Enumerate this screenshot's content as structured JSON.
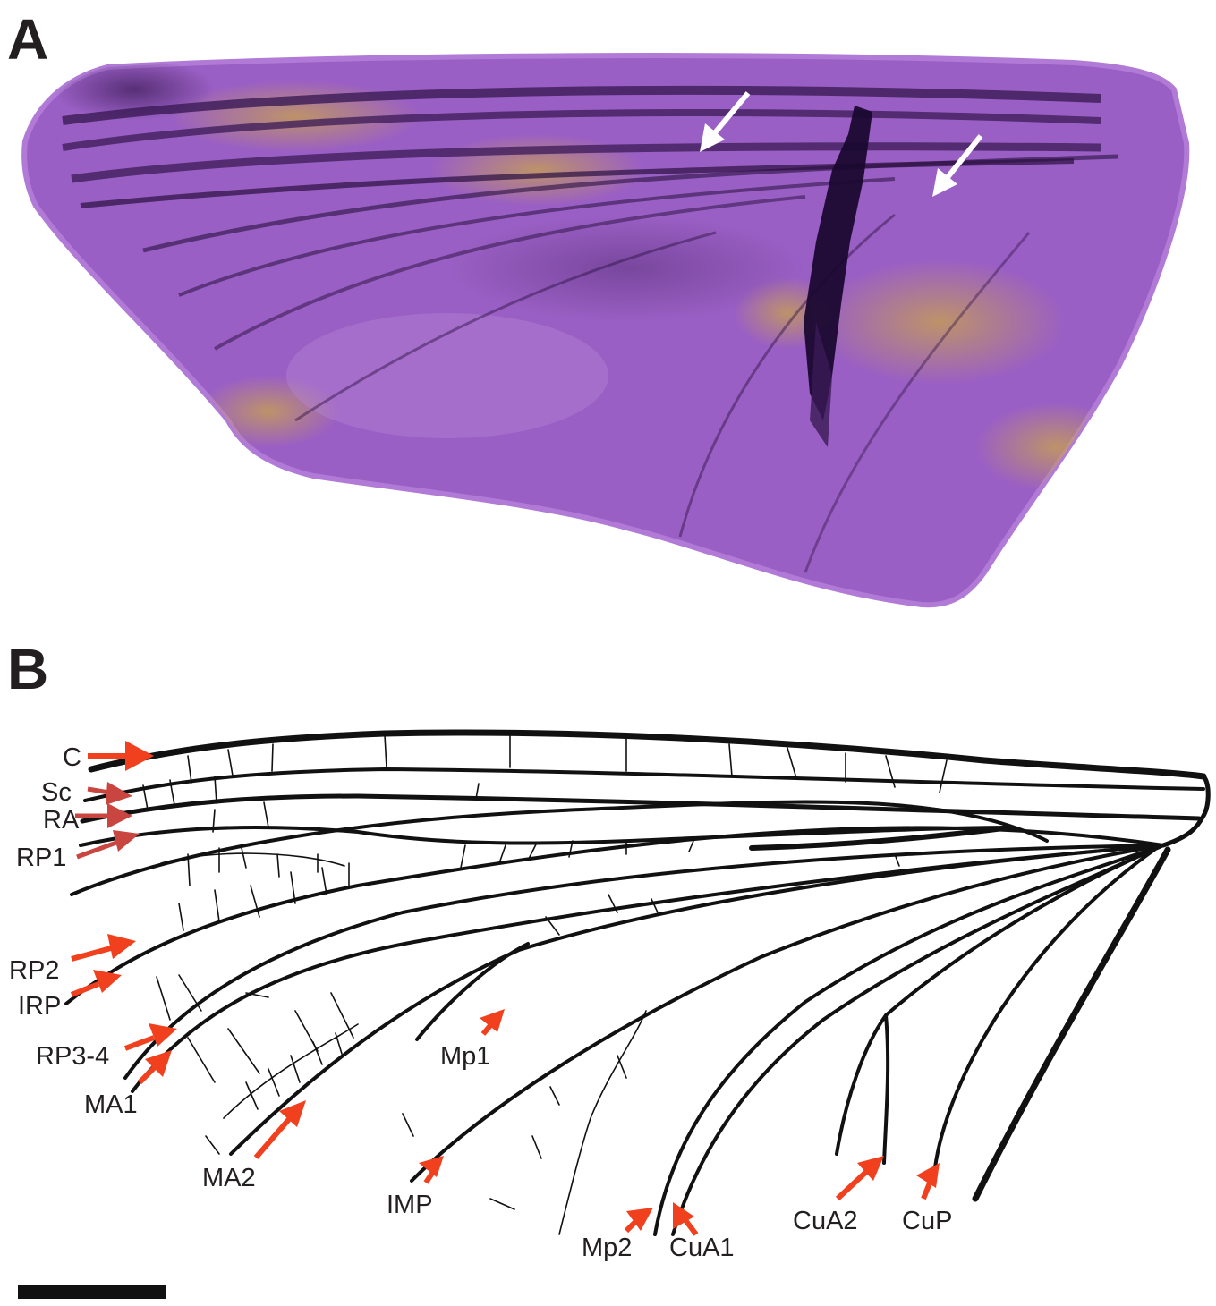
{
  "panels": {
    "a": {
      "letter": "A"
    },
    "b": {
      "letter": "B"
    }
  },
  "colors": {
    "fossil_fill": "#9a5fc4",
    "fossil_outline": "#b07ad6",
    "fossil_dark": "#2a1040",
    "fossil_ochre": "#b08a3a",
    "arrow_white": "#ffffff",
    "arrow_red": "#f0401e",
    "arrow_darkred": "#c8463f",
    "vein": "#111111"
  },
  "vein_labels": {
    "c": "C",
    "sc": "Sc",
    "ra": "RA",
    "rp1": "RP1",
    "rp2": "RP2",
    "irp": "IRP",
    "rp34": "RP3-4",
    "ma1": "MA1",
    "mp1": "Mp1",
    "ma2": "MA2",
    "imp": "IMP",
    "mp2": "Mp2",
    "cua1": "CuA1",
    "cua2": "CuA2",
    "cup": "CuP"
  },
  "scale_bar": {
    "label": ""
  }
}
